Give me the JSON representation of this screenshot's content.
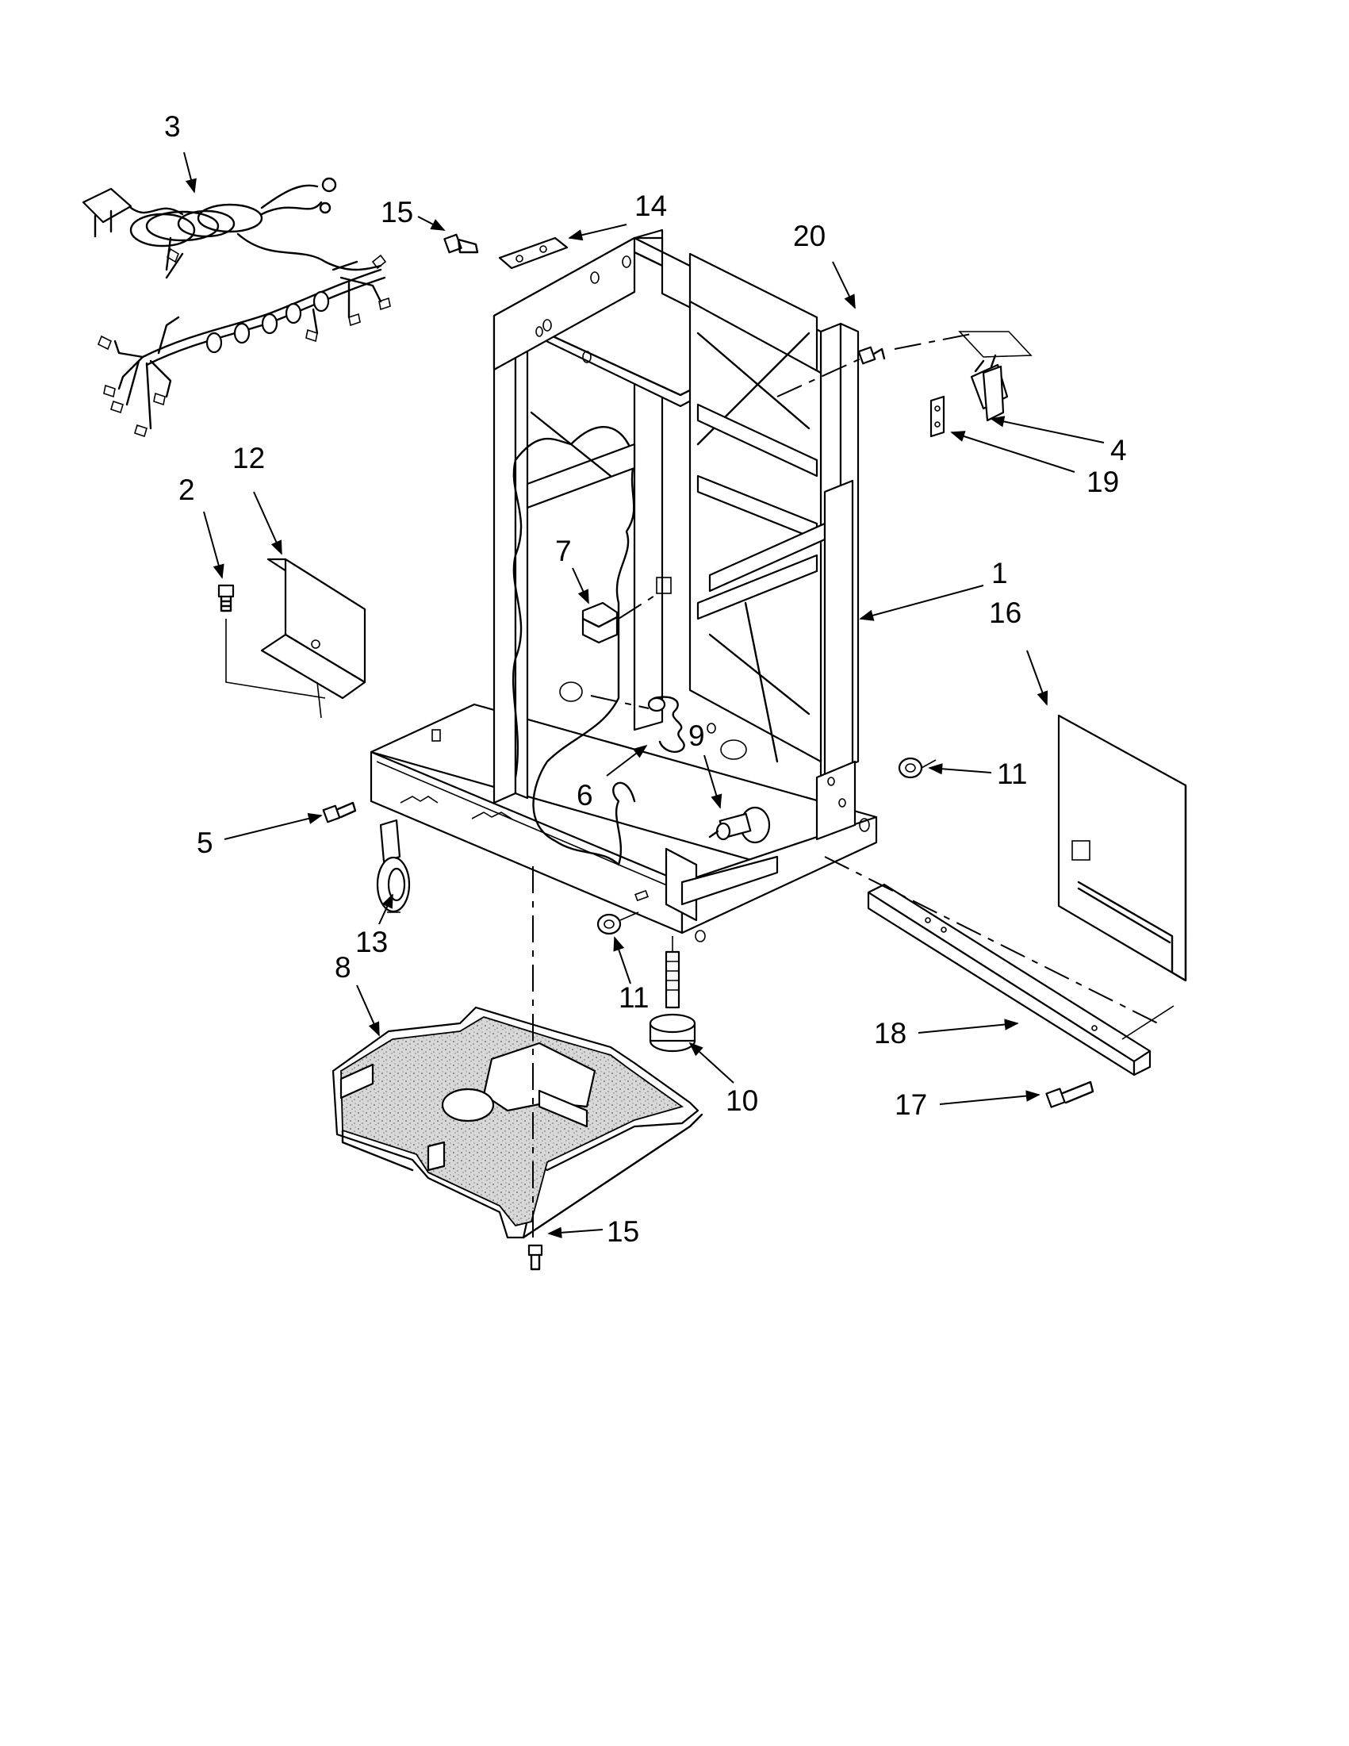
{
  "diagram": {
    "callouts": [
      {
        "id": "c3",
        "label": "3"
      },
      {
        "id": "c15a",
        "label": "15"
      },
      {
        "id": "c14",
        "label": "14"
      },
      {
        "id": "c20",
        "label": "20"
      },
      {
        "id": "c4",
        "label": "4"
      },
      {
        "id": "c19",
        "label": "19"
      },
      {
        "id": "c2",
        "label": "2"
      },
      {
        "id": "c12",
        "label": "12"
      },
      {
        "id": "c7",
        "label": "7"
      },
      {
        "id": "c1",
        "label": "1"
      },
      {
        "id": "c16",
        "label": "16"
      },
      {
        "id": "c11a",
        "label": "11"
      },
      {
        "id": "c9",
        "label": "9"
      },
      {
        "id": "c6",
        "label": "6"
      },
      {
        "id": "c5",
        "label": "5"
      },
      {
        "id": "c13",
        "label": "13"
      },
      {
        "id": "c8",
        "label": "8"
      },
      {
        "id": "c11b",
        "label": "11"
      },
      {
        "id": "c10",
        "label": "10"
      },
      {
        "id": "c18",
        "label": "18"
      },
      {
        "id": "c17",
        "label": "17"
      },
      {
        "id": "c15b",
        "label": "15"
      }
    ]
  }
}
